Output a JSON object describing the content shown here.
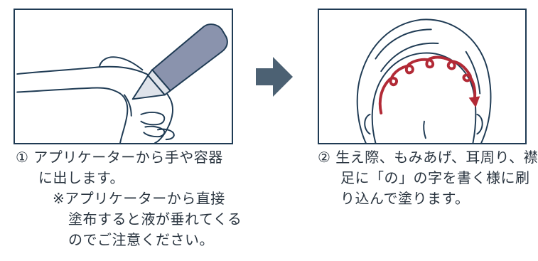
{
  "steps": [
    {
      "icon": "applicator-bottle-hand-icon",
      "lines": [
        "① アプリケーターから手や容器",
        "に出します。",
        "※アプリケーターから直接",
        "塗布すると液が垂れてくる",
        "のでご注意ください。"
      ]
    },
    {
      "icon": "head-spiral-application-icon",
      "lines": [
        "② 生え際、もみあげ、耳周り、襟",
        "足に「の」の字を書く様に刷",
        "り込んで塗ります。"
      ]
    }
  ],
  "colors": {
    "frame": "#1f3b54",
    "arrow": "#4c6173",
    "bottle": "#8a93ad",
    "spiral": "#b22a36",
    "text": "#2a3540"
  }
}
